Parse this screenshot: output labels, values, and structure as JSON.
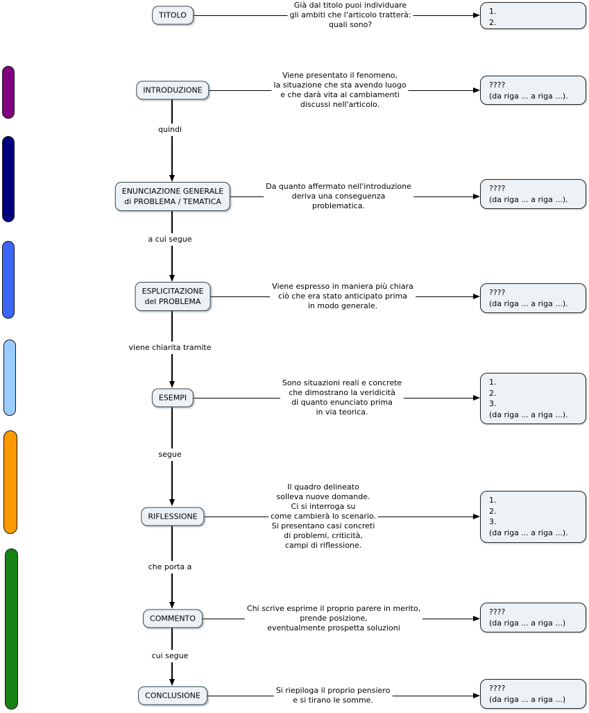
{
  "colors": {
    "node_fill": "#edf2f6",
    "node_border": "#37474f",
    "line": "#000000"
  },
  "legend_bars": [
    {
      "name": "purple",
      "color": "#800080"
    },
    {
      "name": "navy-blue",
      "color": "#00007f"
    },
    {
      "name": "royal-blue",
      "color": "#3a66f5"
    },
    {
      "name": "light-blue",
      "color": "#99ccff"
    },
    {
      "name": "orange",
      "color": "#ff9900"
    },
    {
      "name": "green",
      "color": "#168216"
    }
  ],
  "rows": [
    {
      "node": "TITOLO",
      "incoming_label": "",
      "description": "Già dal titolo puoi individuare\ngli ambiti che l'articolo tratterà:\nquali sono?",
      "result": "1.\n2."
    },
    {
      "node": "INTRODUZIONE",
      "incoming_label": "",
      "description": "Viene presentato il fenomeno,\nla situazione che sta avendo luogo\ne che darà vita ai cambiamenti\ndiscussi nell'articolo.",
      "result": "????\n(da riga ... a riga ...)."
    },
    {
      "node": "ENUNCIAZIONE GENERALE\ndi PROBLEMA / TEMATICA",
      "incoming_label": "quindi",
      "description": "Da quanto affermato nell'introduzione\nderiva una conseguenza\nproblematica.",
      "result": "????\n(da riga ... a riga ...)."
    },
    {
      "node": "ESPLICITAZIONE\ndel PROBLEMA",
      "incoming_label": "a cui segue",
      "description": "Viene espresso in maniera più chiara\nciò che era stato anticipato prima\nin modo generale.",
      "result": "????\n(da riga ... a riga ...)."
    },
    {
      "node": "ESEMPI",
      "incoming_label": "viene chiarita tramite",
      "description": "Sono situazioni reali e concrete\nche dimostrano la veridicità\ndi quanto enunciato prima\nin via teorica.",
      "result": "1.\n2.\n3.\n(da riga ... a riga ...)."
    },
    {
      "node": "RIFLESSIONE",
      "incoming_label": "segue",
      "description": "Il quadro delineato\nsolleva nuove domande.\nCi si interroga su\ncome cambierà lo scenario.\nSi presentano casi concreti\ndi problemi, criticità,\ncampi di riflessione.",
      "result": "1.\n2.\n3.\n(da riga ... a riga ...)."
    },
    {
      "node": "COMMENTO",
      "incoming_label": "che porta a",
      "description": "Chi scrive esprime il proprio parere in merito,\nprende posizione,\neventualmente prospetta soluzioni",
      "result": "????\n(da riga ... a riga ...)"
    },
    {
      "node": "CONCLUSIONE",
      "incoming_label": "cui segue",
      "description": "Si riepiloga il proprio pensiero\ne si tirano le somme.",
      "result": "????\n(da riga ... a riga ...)"
    }
  ]
}
